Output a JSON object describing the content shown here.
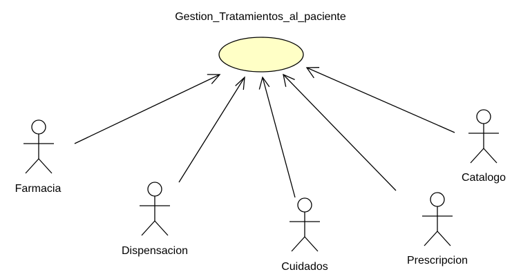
{
  "use_case": {
    "name": "Gestion_Tratamientos_al_paciente",
    "fill_color": "#FFFFC6"
  },
  "actors": [
    {
      "name": "Farmacia"
    },
    {
      "name": "Dispensacion"
    },
    {
      "name": "Cuidados"
    },
    {
      "name": "Prescripcion"
    },
    {
      "name": "Catalogo"
    }
  ],
  "colors": {
    "line": "#000000",
    "background": "#FFFFFF"
  }
}
